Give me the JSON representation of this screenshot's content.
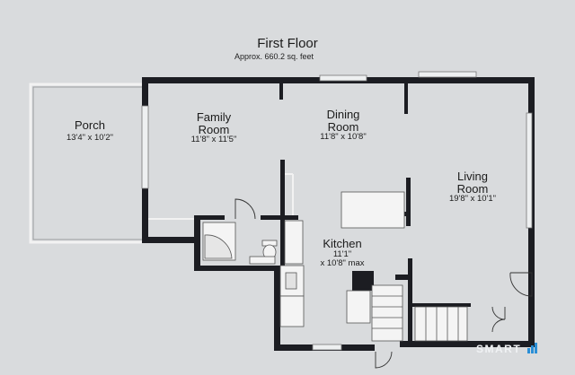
{
  "floor": {
    "title": "First Floor",
    "area": "Approx. 660.2 sq. feet"
  },
  "rooms": {
    "porch": {
      "name": "Porch",
      "dimensions": "13'4\" x 10'2\""
    },
    "family": {
      "name": "Family Room",
      "name_lines": [
        "Family",
        "Room"
      ],
      "dimensions": "11'8\" x 11'5\""
    },
    "dining": {
      "name": "Dining Room",
      "name_lines": [
        "Dining",
        "Room"
      ],
      "dimensions": "11'8\" x 10'8\""
    },
    "living": {
      "name": "Living Room",
      "name_lines": [
        "Living",
        "Room"
      ],
      "dimensions": "19'8\" x 10'1\""
    },
    "kitchen": {
      "name": "Kitchen",
      "dimensions_line1": "11'1\"",
      "dimensions_line2": "x 10'8\" max"
    }
  },
  "watermark": {
    "text": "SMART"
  },
  "colors": {
    "background": "#d9dbdd",
    "wall": "#1c1d22",
    "fixture": "#f4f4f4"
  }
}
